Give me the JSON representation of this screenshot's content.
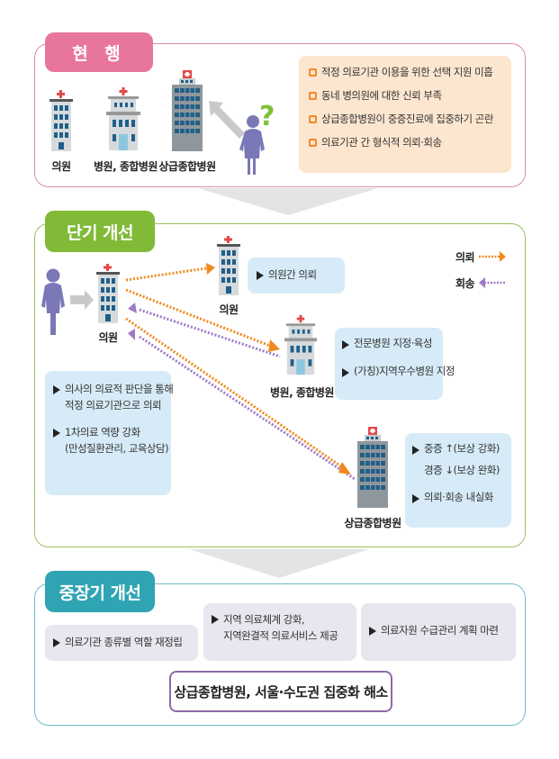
{
  "current": {
    "tab_label": "현 행",
    "facilities": [
      {
        "label": "의원"
      },
      {
        "label": "병원, 종합병원"
      },
      {
        "label": "상급종합병원"
      }
    ],
    "person_icon": "person-question-icon",
    "question_mark": "?",
    "problems": [
      "적정 의료기관 이용을 위한 선택 지원 미흡",
      "동네 병의원에 대한 신뢰 부족",
      "상급종합병원이 중증진료에 집중하기 곤란",
      "의료기관 간 형식적 의뢰·회송"
    ]
  },
  "short_term": {
    "tab_label": "단기 개선",
    "origin_label": "의원",
    "targets": [
      {
        "label": "의원",
        "note": [
          "의원간 의뢰"
        ]
      },
      {
        "label": "병원, 종합병원",
        "note": [
          "전문병원 지정·육성",
          "(가칭)지역우수병원 지정"
        ]
      },
      {
        "label": "상급종합병원",
        "note_lines": [
          "중증 ↑(보상 강화)",
          "경증 ↓(보상 완화)"
        ],
        "note_extra": "의뢰·회송 내실화"
      }
    ],
    "legend": {
      "referral": "의뢰",
      "return": "회송",
      "referral_color": "#f0891e",
      "return_color": "#a07ac8"
    },
    "clinic_note": {
      "item1_line1": "의사의 의료적 판단을 통해",
      "item1_line2": "적정 의료기관으로 의뢰",
      "item2_line1": "1차의료 역량 강화",
      "item2_line2": "(만성질환관리, 교육상담)"
    }
  },
  "long_term": {
    "tab_label": "중장기 개선",
    "items": [
      {
        "line1": "의료기관 종류별 역할 재정립"
      },
      {
        "line1": "지역 의료체계 강화,",
        "line2": "지역완결적 의료서비스 제공"
      },
      {
        "line1": "의료자원 수급관리 계획 마련"
      }
    ],
    "goal": "상급종합병원, 서울·수도권 집중화 해소"
  },
  "colors": {
    "current_accent": "#e8769c",
    "short_accent": "#80ba36",
    "long_accent": "#2fa4b2",
    "building_blue": "#1f5f88",
    "building_grey": "#d4d8dc",
    "person": "#7b78b8",
    "question": "#7fbf3a"
  }
}
